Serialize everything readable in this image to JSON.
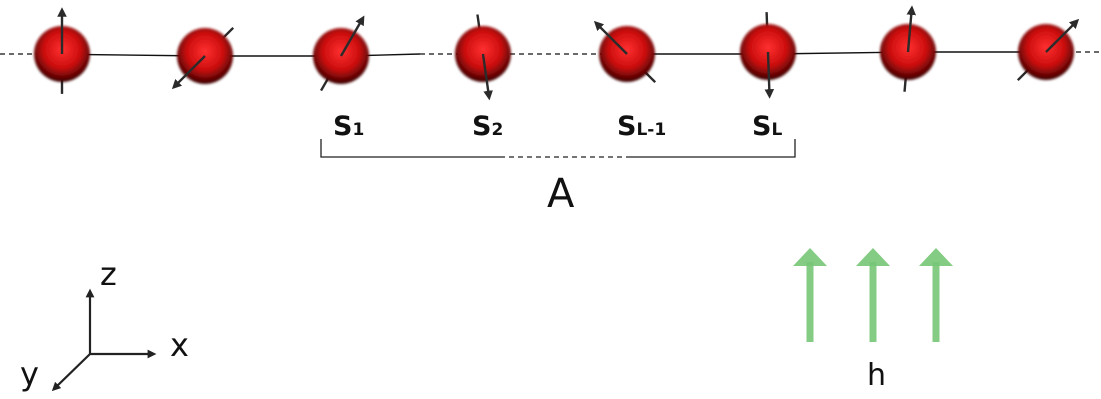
{
  "colors": {
    "sphere_core": "#e51a1a",
    "sphere_edge": "#2a0000",
    "spin_arrow": "#2b2b2b",
    "chain_line": "#111111",
    "field_arrow": "#77c777"
  },
  "site_labels": [
    {
      "main": "S",
      "sub": "1"
    },
    {
      "main": "S",
      "sub": "2"
    },
    {
      "main": "S",
      "sub": "L-1"
    },
    {
      "main": "S",
      "sub": "L"
    }
  ],
  "subsystem_label": "A",
  "axes": {
    "z": "z",
    "x": "x",
    "y": "y"
  },
  "field": {
    "label": "h",
    "arrow_count": 3
  },
  "spins": [
    {
      "direction_deg": 0
    },
    {
      "direction_deg": 225
    },
    {
      "direction_deg": 30
    },
    {
      "direction_deg": 172
    },
    {
      "direction_deg": -45
    },
    {
      "direction_deg": 178
    },
    {
      "direction_deg": 5
    },
    {
      "direction_deg": 45
    }
  ]
}
